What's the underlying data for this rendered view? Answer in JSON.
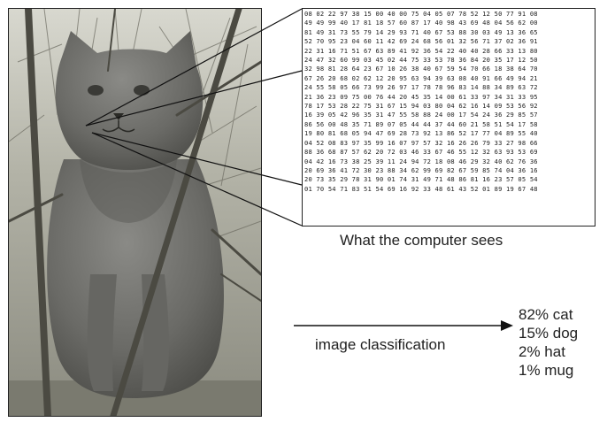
{
  "caption_sees": "What the computer sees",
  "caption_classification": "image classification",
  "results": [
    {
      "text": "82% cat"
    },
    {
      "text": "15% dog"
    },
    {
      "text": "2% hat"
    },
    {
      "text": "1% mug"
    }
  ],
  "pixel_matrix_rows": [
    "08 02 22 97 38 15 00 40 00 75 04 05 07 78 52 12 50 77 91 08",
    "49 49 99 40 17 81 18 57 60 87 17 40 98 43 69 48 04 56 62 00",
    "81 49 31 73 55 79 14 29 93 71 40 67 53 88 30 03 49 13 36 65",
    "52 70 95 23 04 60 11 42 69 24 68 56 01 32 56 71 37 02 36 91",
    "22 31 16 71 51 67 63 89 41 92 36 54 22 40 40 28 66 33 13 80",
    "24 47 32 60 99 03 45 02 44 75 33 53 78 36 84 20 35 17 12 50",
    "32 98 81 28 64 23 67 10 26 38 40 67 59 54 70 66 18 38 64 70",
    "67 26 20 68 02 62 12 20 95 63 94 39 63 08 40 91 66 49 94 21",
    "24 55 58 05 66 73 99 26 97 17 78 78 96 83 14 88 34 89 63 72",
    "21 36 23 09 75 00 76 44 20 45 35 14 00 61 33 97 34 31 33 95",
    "78 17 53 28 22 75 31 67 15 94 03 80 04 62 16 14 09 53 56 92",
    "16 39 05 42 96 35 31 47 55 58 88 24 00 17 54 24 36 29 85 57",
    "86 56 00 48 35 71 89 07 05 44 44 37 44 60 21 58 51 54 17 58",
    "19 80 81 68 05 94 47 69 28 73 92 13 86 52 17 77 04 89 55 40",
    "04 52 08 83 97 35 99 16 07 97 57 32 16 26 26 79 33 27 98 66",
    "88 36 68 87 57 62 20 72 03 46 33 67 46 55 12 32 63 93 53 69",
    "04 42 16 73 38 25 39 11 24 94 72 18 08 46 29 32 40 62 76 36",
    "20 69 36 41 72 30 23 88 34 62 99 69 82 67 59 85 74 04 36 16",
    "20 73 35 29 78 31 90 01 74 31 49 71 48 86 81 16 23 57 05 54",
    "01 70 54 71 83 51 54 69 16 92 33 48 61 43 52 01 89 19 67 48"
  ]
}
